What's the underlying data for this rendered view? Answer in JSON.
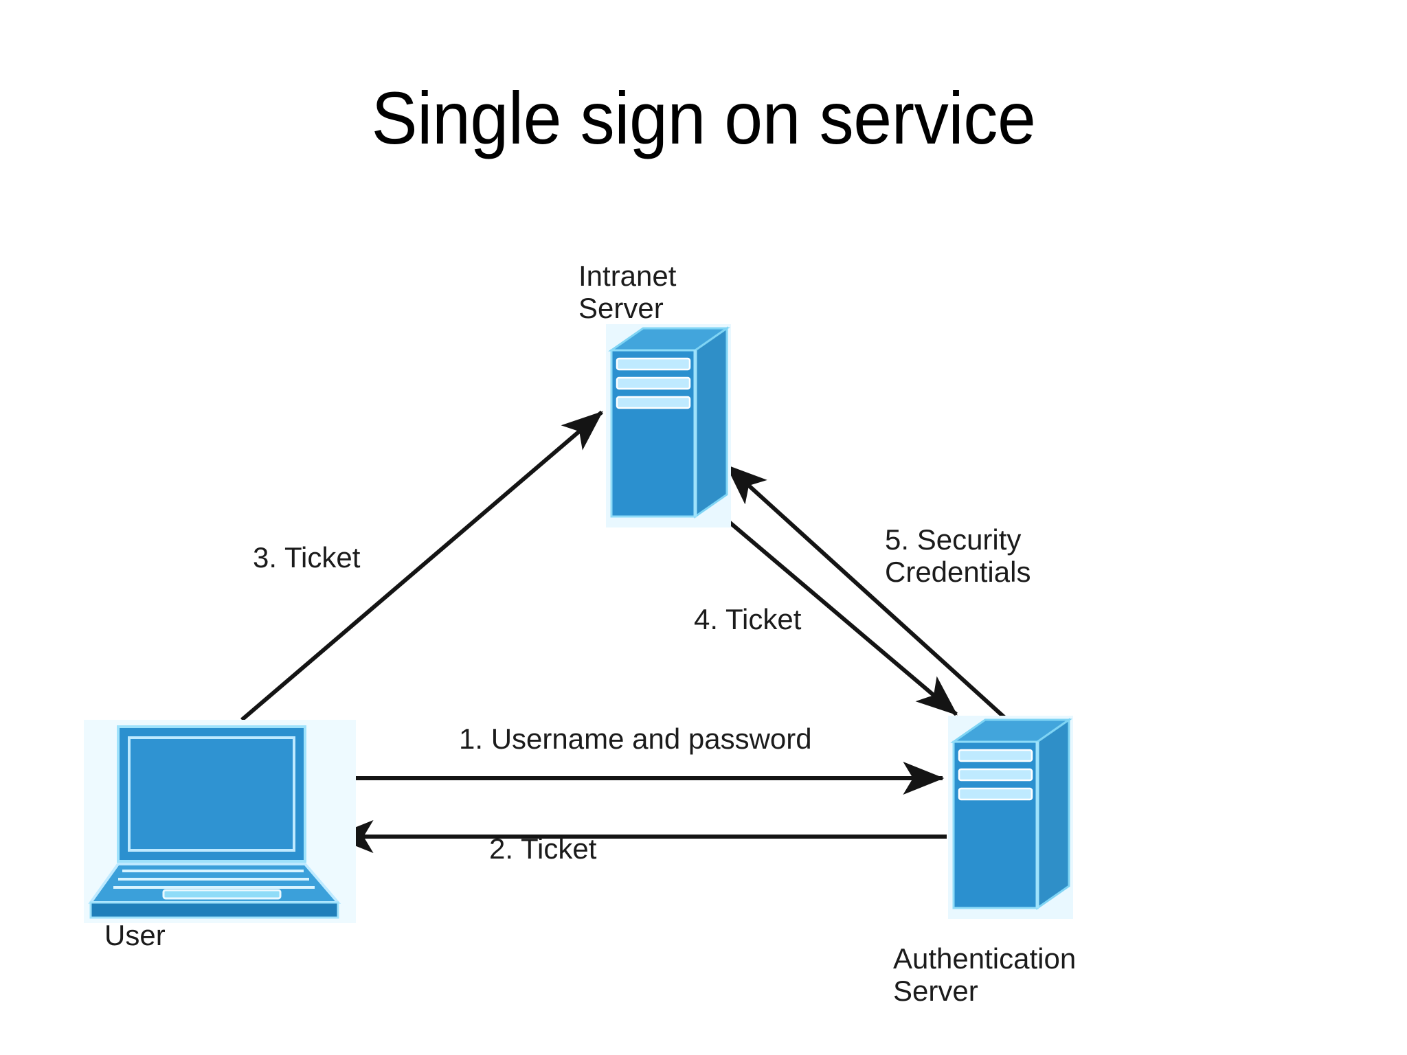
{
  "slide": {
    "title": "Single sign on service",
    "background_color": "#ffffff",
    "text_color": "#1b1b1b"
  },
  "palette": {
    "node_blue": "#2b90cf",
    "node_blue_dark": "#1f7fba",
    "node_blue_light": "#7fd4f4",
    "node_highlight": "#bfeaff",
    "arrow_black": "#141414"
  },
  "nodes": [
    {
      "id": "intranet-server",
      "label": "Intranet\nServer",
      "icon": "server-tower-icon",
      "label_position": "above"
    },
    {
      "id": "user",
      "label": "User",
      "icon": "laptop-icon",
      "label_position": "below"
    },
    {
      "id": "auth-server",
      "label": "Authentication\nServer",
      "icon": "server-tower-icon",
      "label_position": "below"
    }
  ],
  "edges": [
    {
      "id": "edge-1",
      "label": "1. Username and password",
      "from": "user",
      "to": "auth-server",
      "direction": "right"
    },
    {
      "id": "edge-2",
      "label": "2. Ticket",
      "from": "auth-server",
      "to": "user",
      "direction": "left"
    },
    {
      "id": "edge-3",
      "label": "3. Ticket",
      "from": "user",
      "to": "intranet-server",
      "direction": "up-right"
    },
    {
      "id": "edge-4",
      "label": "4. Ticket",
      "from": "intranet-server",
      "to": "auth-server",
      "direction": "down-right"
    },
    {
      "id": "edge-5",
      "label": "5. Security\nCredentials",
      "from": "auth-server",
      "to": "intranet-server",
      "direction": "up-left"
    }
  ]
}
